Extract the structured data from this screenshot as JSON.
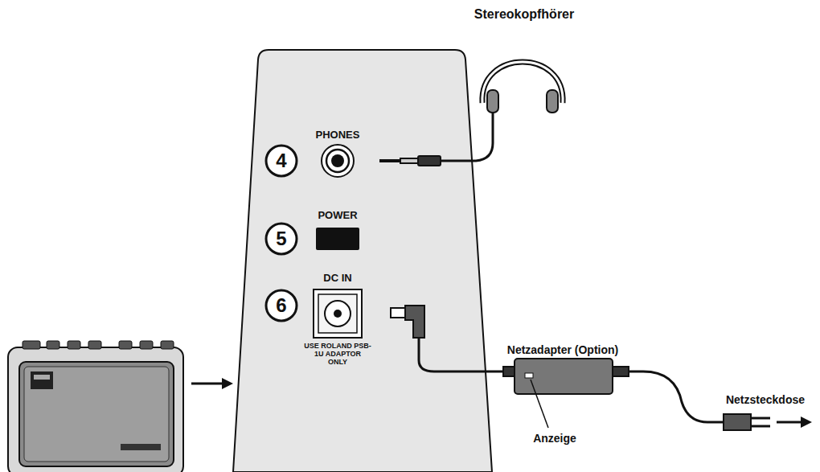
{
  "diagram": {
    "labels": [
      "Stereokopfhörer",
      "PHONES",
      "4",
      "POWER",
      "5",
      "DC IN",
      "6",
      "USE ROLAND PSB-1U ADAPTOR ONLY",
      "Netzadapter (Option)",
      "Anzeige",
      "Netzsteckdose"
    ]
  }
}
